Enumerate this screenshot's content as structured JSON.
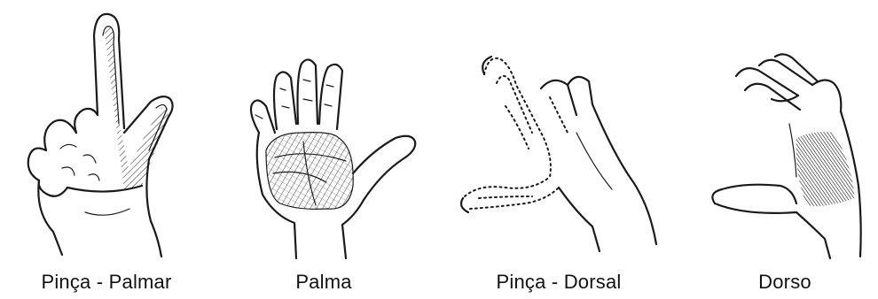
{
  "panels": [
    {
      "caption": "Pinça - Palmar",
      "icon": "pinch-palmar-hand-icon"
    },
    {
      "caption": "Palma",
      "icon": "palm-hand-icon"
    },
    {
      "caption": "Pinça - Dorsal",
      "icon": "pinch-dorsal-hand-icon"
    },
    {
      "caption": "Dorso",
      "icon": "dorsum-hand-icon"
    }
  ]
}
